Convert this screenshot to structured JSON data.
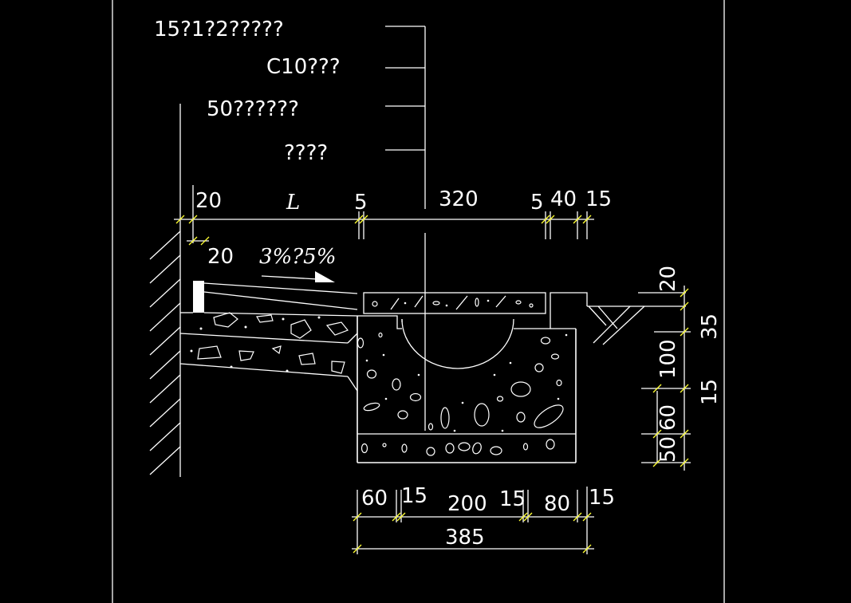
{
  "colors": {
    "background": "#000000",
    "line": "#ffffff",
    "dim_tick": "#ffff33"
  },
  "callouts": [
    "15?1?2?????",
    "C10???",
    "50??????",
    "????"
  ],
  "top_dims": {
    "d1": "20",
    "d2": "L",
    "d3": "5",
    "d4": "320",
    "d5": "5",
    "d6": "40",
    "d7": "15"
  },
  "slope": {
    "dim": "20",
    "label": "3%?5%"
  },
  "right_dims": {
    "r1": "20",
    "r2": "35",
    "r3": "100",
    "r4": "15",
    "r5": "60",
    "r6": "50"
  },
  "bottom_dims": {
    "b1": "60",
    "b2": "15",
    "b3": "200",
    "b4": "15",
    "b5": "80",
    "b6": "15",
    "total": "385"
  }
}
